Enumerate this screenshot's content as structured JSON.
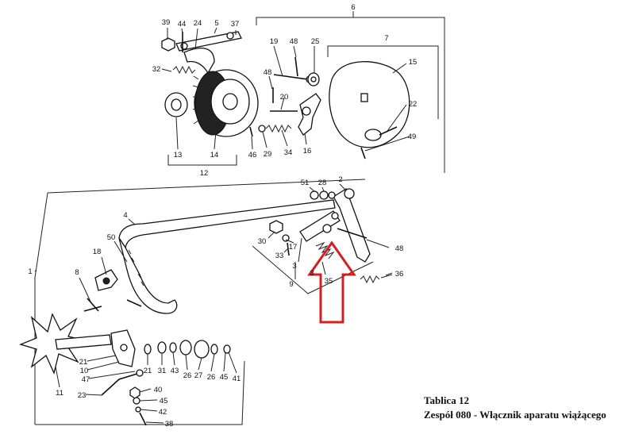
{
  "caption": {
    "plate": "Tablica 12",
    "title": "Zespół 080 - Włącznik aparatu wiążącego"
  },
  "colors": {
    "arrow": "#d22020",
    "ink": "#111111"
  },
  "callouts": [
    "39",
    "44",
    "24",
    "5",
    "37",
    "6",
    "19",
    "48",
    "25",
    "7",
    "15",
    "32",
    "48",
    "20",
    "22",
    "13",
    "14",
    "12",
    "46",
    "29",
    "34",
    "16",
    "49",
    "51",
    "28",
    "2",
    "4",
    "50",
    "30",
    "17",
    "33",
    "3",
    "48",
    "18",
    "8",
    "9",
    "3",
    "35",
    "36",
    "1",
    "21",
    "10",
    "47",
    "21",
    "31",
    "43",
    "26",
    "27",
    "26",
    "45",
    "41",
    "11",
    "23",
    "40",
    "45",
    "42",
    "38"
  ]
}
